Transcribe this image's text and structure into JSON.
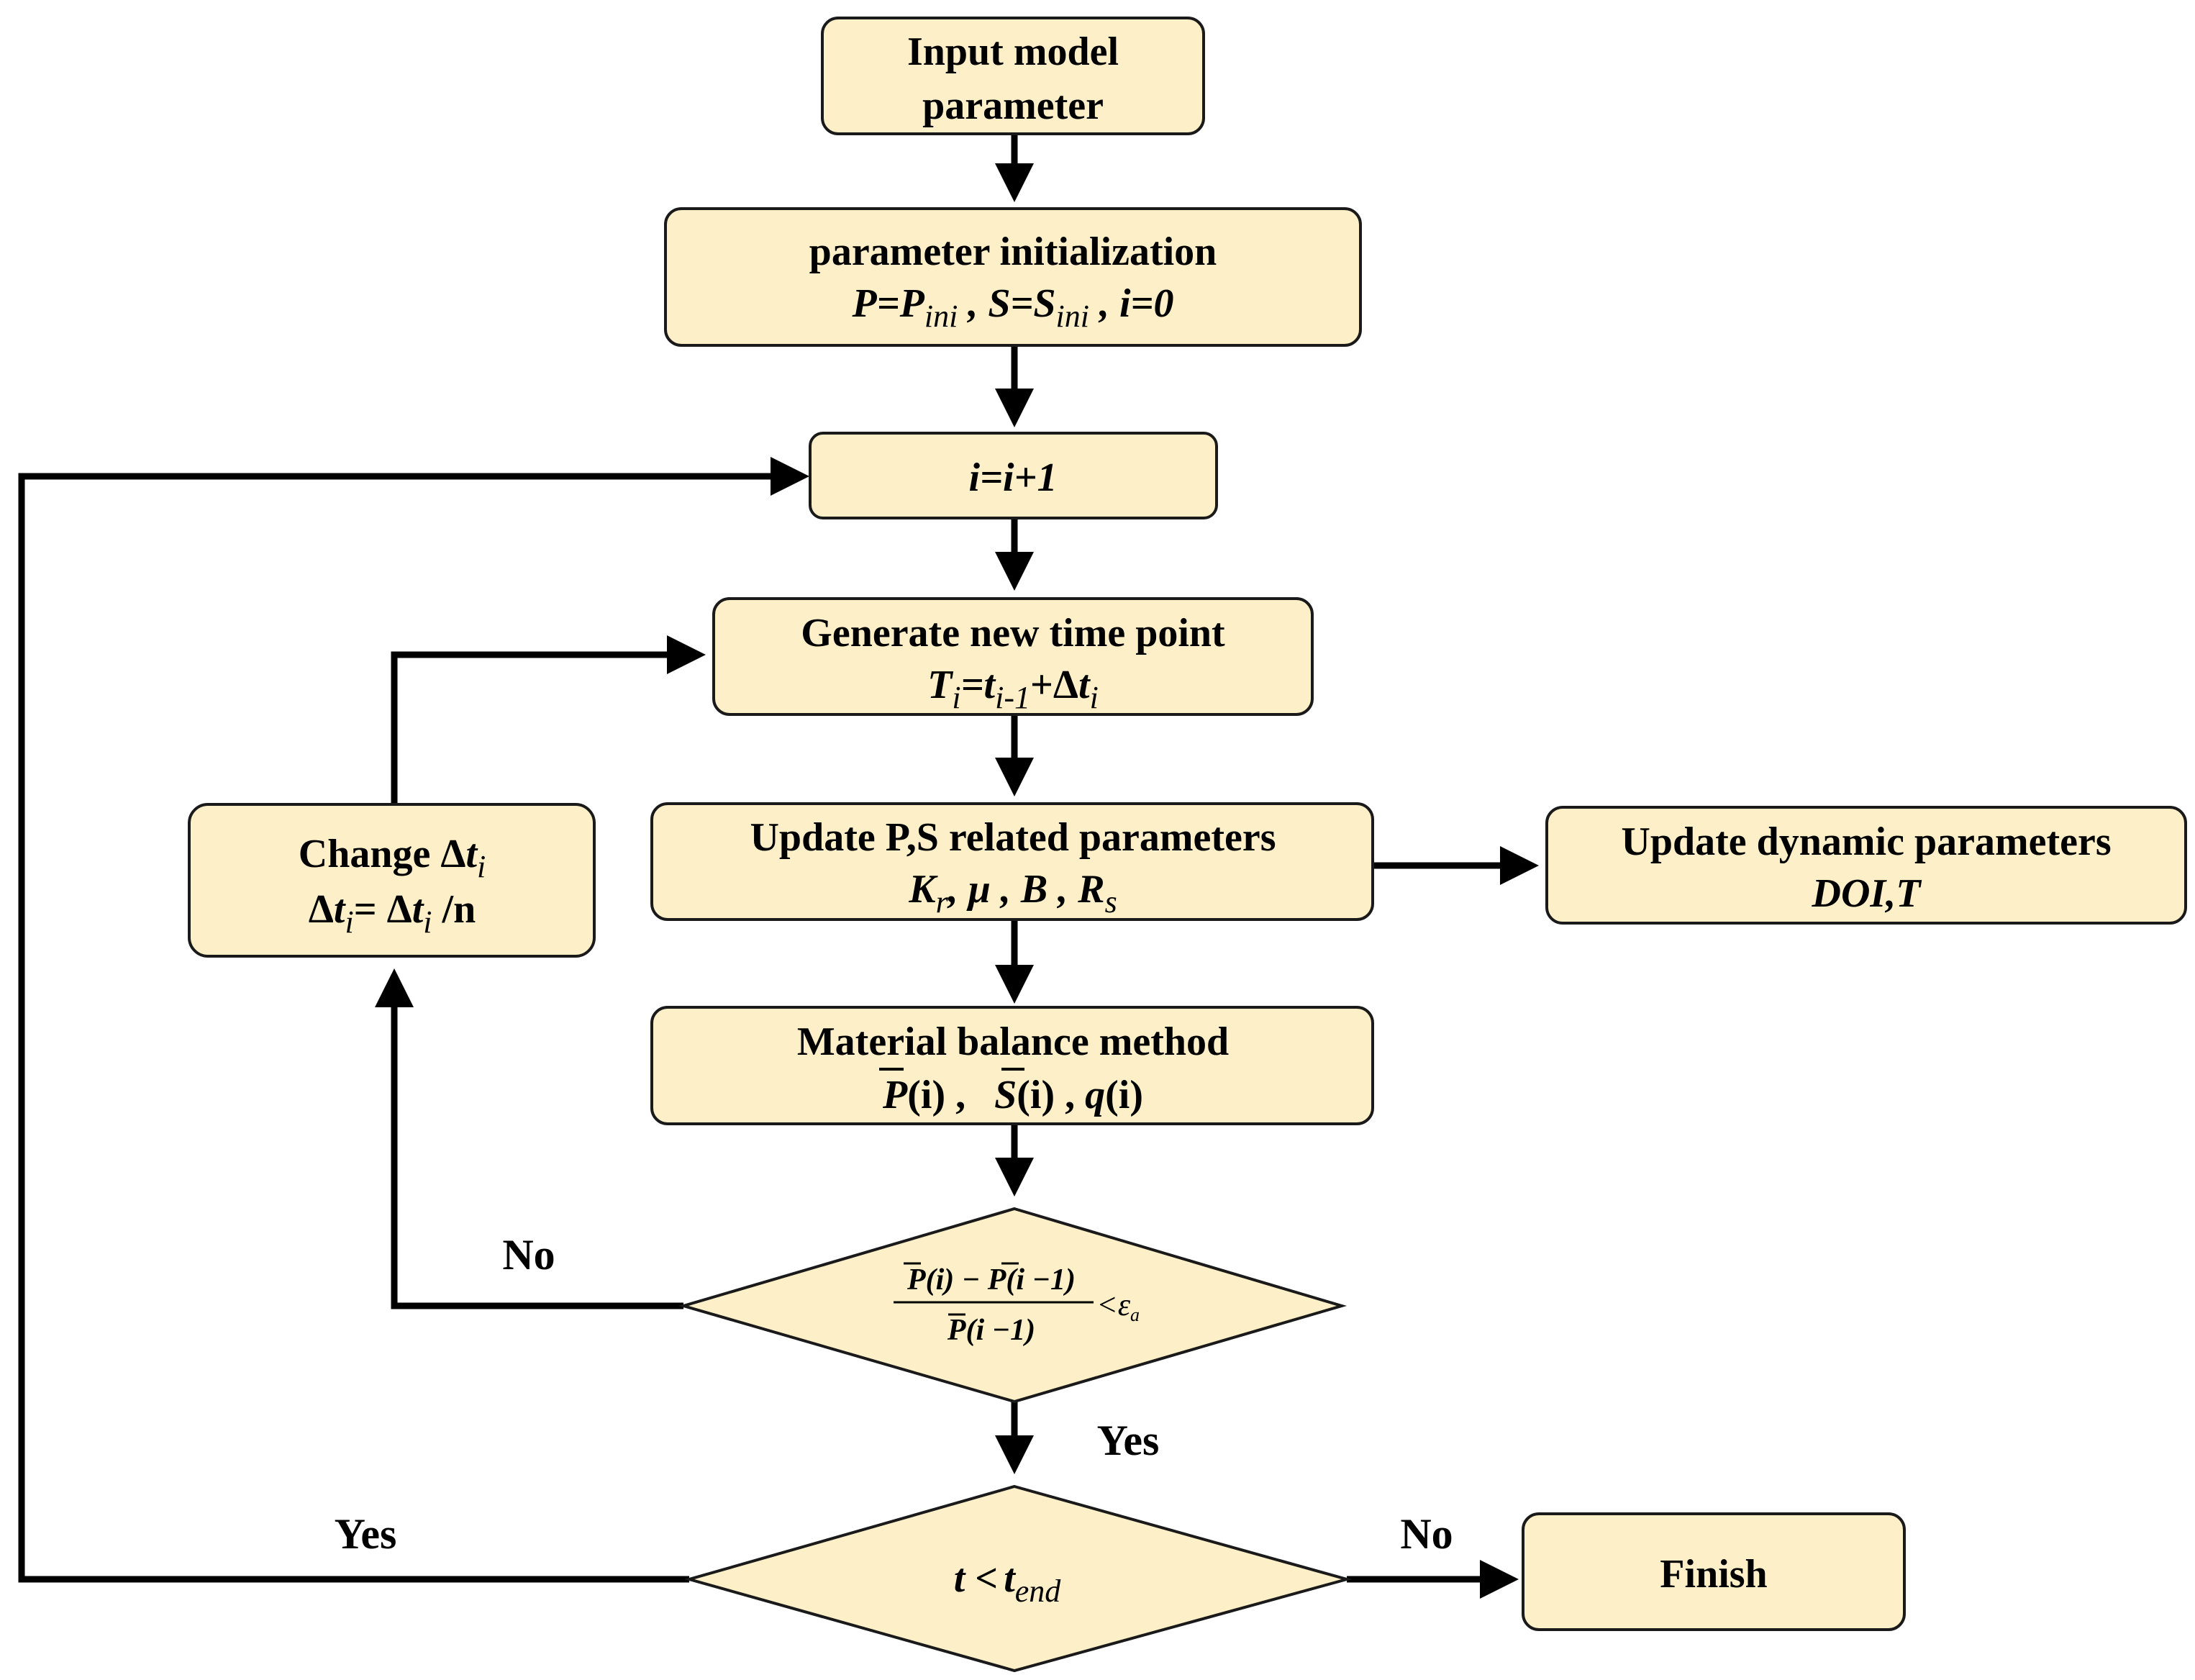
{
  "nodes": {
    "input": {
      "line1": "Input model",
      "line2": "parameter"
    },
    "init": {
      "line1": "parameter initialization",
      "line2_p": "P=P",
      "line2_p_sub": "ini",
      "line2_s": " , S=S",
      "line2_s_sub": "ini",
      "line2_i": " , i=0"
    },
    "increment": {
      "label": "i=i+1"
    },
    "generate": {
      "line1": "Generate new time point",
      "t": "T",
      "t_sub": "i",
      "eq": "=t",
      "prev_sub": "i-1",
      "plus": "+Δ",
      "dt": "t",
      "dt_sub": "i"
    },
    "update_ps": {
      "line1": "Update P,S related parameters",
      "kr": "K",
      "kr_sub": "r",
      "mu": ", μ , B , R",
      "rs_sub": "s"
    },
    "update_dyn": {
      "line1": "Update dynamic parameters",
      "line2": "DOI,T"
    },
    "change_dt": {
      "line1": "Change Δ",
      "line1_t": "t",
      "line1_sub": "i",
      "line2_a": "Δ",
      "line2_t1": "t",
      "line2_sub1": "i",
      "line2_b": "= Δ",
      "line2_t2": "t",
      "line2_sub2": "i",
      "line2_c": " /n"
    },
    "material": {
      "line1": "Material balance method",
      "pbar": "P",
      "pi": "(i) , ",
      "sbar": "S",
      "si": "(i) , ",
      "q": "q",
      "qi": "(i)"
    },
    "check_eps": {
      "num": "P(i) − P(i −1)",
      "den": "P(i −1)",
      "lt": "<",
      "eps": "ε",
      "eps_sub": "a"
    },
    "check_time": {
      "t": "t <",
      "tend": "t",
      "tend_sub": "end"
    },
    "finish": {
      "label": "Finish"
    }
  },
  "edge_labels": {
    "no_eps": "No",
    "yes_eps": "Yes",
    "yes_time": "Yes",
    "no_time": "No"
  }
}
